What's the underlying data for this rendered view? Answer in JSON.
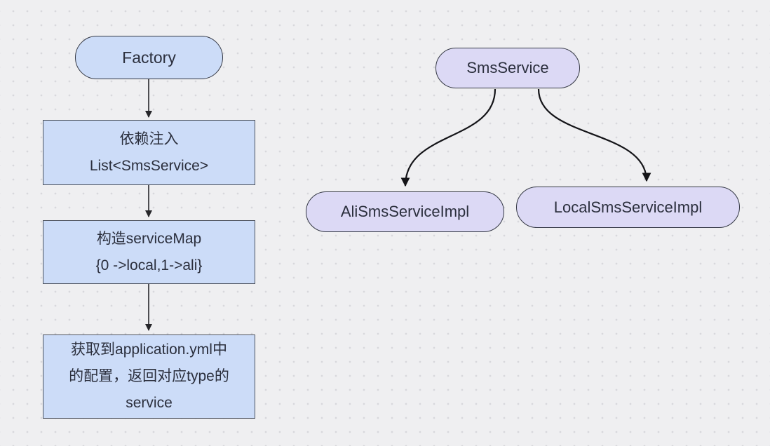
{
  "colors": {
    "background": "#efeff1",
    "dot": "#d8d8dc",
    "flow-node-fill": "#ccdcf8",
    "tree-node-fill": "#dcd9f5",
    "rect-border": "#4d535f",
    "pill-border": "#353945",
    "text": "#2b2f3d",
    "arrow-straight": "#26262a",
    "arrow-curve": "#141418"
  },
  "flow": {
    "root_label": "Factory",
    "steps": [
      {
        "lines": [
          "依赖注入",
          "List<SmsService>"
        ]
      },
      {
        "lines": [
          "构造serviceMap",
          "{0 ->local,1->ali}"
        ]
      },
      {
        "lines": [
          "获取到application.yml中",
          "的配置，返回对应type的",
          "service"
        ]
      }
    ]
  },
  "tree": {
    "root_label": "SmsService",
    "children": [
      {
        "label": "AliSmsServiceImpl"
      },
      {
        "label": "LocalSmsServiceImpl"
      }
    ]
  }
}
